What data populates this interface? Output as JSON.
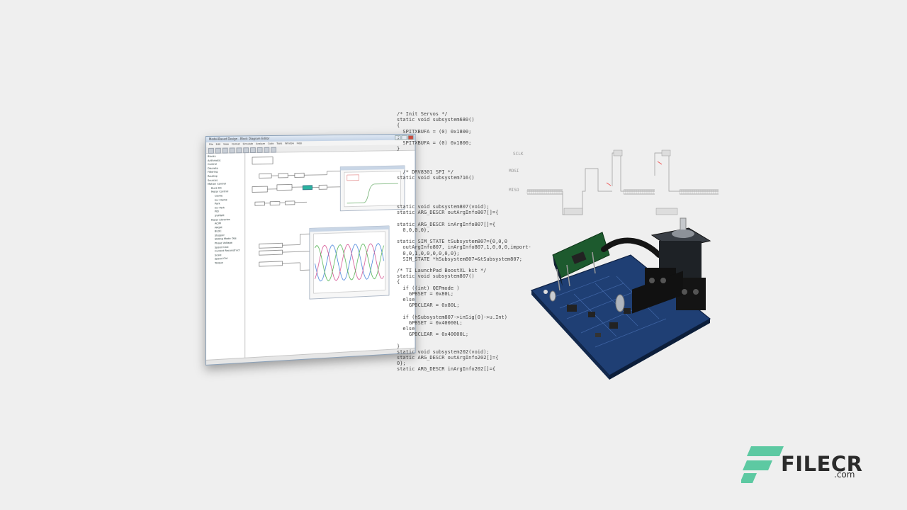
{
  "app_window": {
    "title": "Model-Based Design - Block Diagram Editor",
    "menu": [
      "File",
      "Edit",
      "View",
      "Format",
      "Simulate",
      "Analyze",
      "Code",
      "Tools",
      "Window",
      "Help"
    ],
    "tree_items": [
      {
        "label": "Blocks",
        "level": 0
      },
      {
        "label": "Arithmetic",
        "level": 0
      },
      {
        "label": "Control",
        "level": 0
      },
      {
        "label": "Discrete",
        "level": 0
      },
      {
        "label": "Filtering",
        "level": 0
      },
      {
        "label": "Routing",
        "level": 0
      },
      {
        "label": "Sources",
        "level": 0
      },
      {
        "label": "Motion Control",
        "level": 0
      },
      {
        "label": "Buck DC",
        "level": 1
      },
      {
        "label": "Motor Control",
        "level": 1
      },
      {
        "label": "Clarke",
        "level": 2
      },
      {
        "label": "Inv Clarke",
        "level": 2
      },
      {
        "label": "Park",
        "level": 2
      },
      {
        "label": "Inv Park",
        "level": 2
      },
      {
        "label": "PID",
        "level": 2
      },
      {
        "label": "SVPWM",
        "level": 2
      },
      {
        "label": "Motor Libraries",
        "level": 1
      },
      {
        "label": "ACIM",
        "level": 2
      },
      {
        "label": "PMSM",
        "level": 2
      },
      {
        "label": "BLDC",
        "level": 2
      },
      {
        "label": "Stepper",
        "level": 2
      },
      {
        "label": "Sliding Mode Obs",
        "level": 2
      },
      {
        "label": "Phase Voltage",
        "level": 2
      },
      {
        "label": "Speed Calc",
        "level": 2
      },
      {
        "label": "Current Reconstruct",
        "level": 2
      },
      {
        "label": "Scale",
        "level": 2
      },
      {
        "label": "Speed Ctrl",
        "level": 2
      },
      {
        "label": "Torque",
        "level": 2
      }
    ]
  },
  "code": [
    "/* Init Servos */",
    "static void subsystem680()",
    "{",
    "  SPITXBUFA = (0) 0x1800;",
    ";",
    "  SPITXBUFA = (0) 0x1800;",
    "}",
    "",
    "",
    "",
    "  /* DRV8301 SPI */",
    "static void subsystem716()",
    "",
    "",
    "",
    "",
    "static void subsystem807(void);",
    "static ARG_DESCR outArgInfo807[]={",
    "",
    "static ARG_DESCR inArgInfo807[]={",
    "  0,0,0,0},",
    "",
    "static SIM_STATE tSubsystem807={0,0,0",
    "  outArgInfo807, inArgInfo807,1,0,0,0,import-",
    "  0,0,1,0,0,0,0,0,0};",
    "  SIM_STATE *hSubsystem807=&tSubsystem807;",
    "",
    "/* TI LaunchPad BoostXL kit */",
    "static void subsystem807()",
    "{",
    "  if ((int) QEPmode )",
    "    GPBSET = 0x80L;",
    "  else",
    "    GPBCLEAR = 0x80L;",
    "",
    "  if (hSubsystem807->inSig[0]->u.Int)",
    "    GPBSET = 0x40000L;",
    "  else",
    "    GPBCLEAR = 0x40000L;",
    "",
    "}",
    "static void subsystem202(void);",
    "static ARG_DESCR outArgInfo202[]={",
    "0};",
    "static ARG_DESCR inArgInfo202[]={"
  ],
  "timing": {
    "labels": [
      "SCLK",
      "MOSI",
      "MISO"
    ]
  },
  "brand": {
    "name": "FILECR",
    "domain": ".com",
    "colors": {
      "mark": "#5dc9a2",
      "text": "#2b2b2b"
    }
  }
}
